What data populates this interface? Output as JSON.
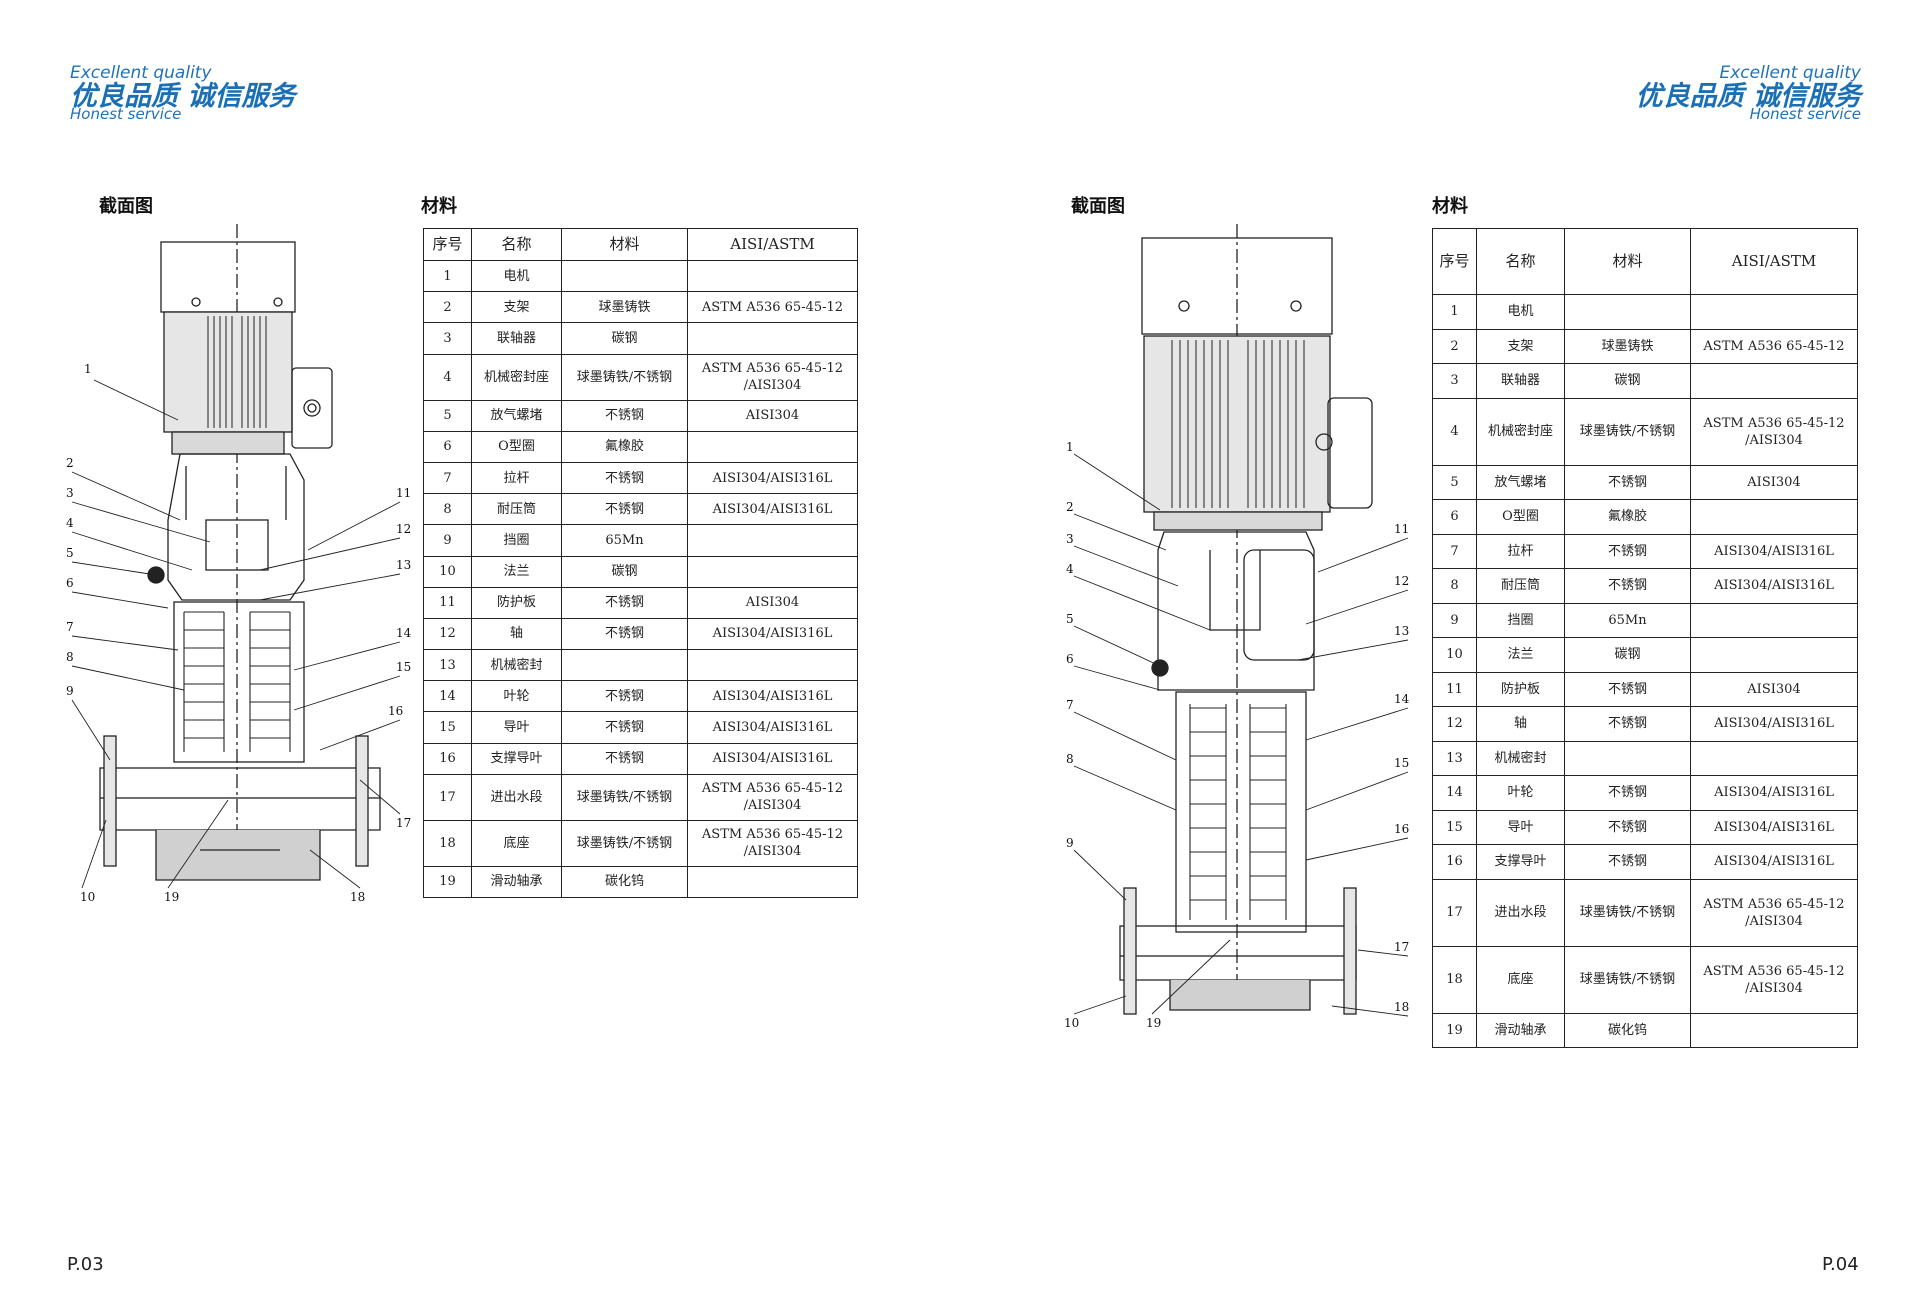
{
  "logo": {
    "en_top": "Excellent quality",
    "cn": "优良品质 诚信服务",
    "en_bottom": "Honest service"
  },
  "left_page": {
    "section_title": "截面图",
    "table_title": "材料",
    "page_number": "P.03",
    "callouts_left": [
      "1",
      "2",
      "3",
      "4",
      "5",
      "6",
      "7",
      "8",
      "9",
      "10",
      "19"
    ],
    "callouts_right": [
      "11",
      "12",
      "13",
      "14",
      "15",
      "16",
      "17",
      "18"
    ]
  },
  "right_page": {
    "section_title": "截面图",
    "table_title": "材料",
    "page_number": "P.04",
    "callouts_left": [
      "1",
      "2",
      "3",
      "4",
      "5",
      "6",
      "7",
      "8",
      "9",
      "10",
      "19"
    ],
    "callouts_right": [
      "11",
      "12",
      "13",
      "14",
      "15",
      "16",
      "17",
      "18"
    ]
  },
  "table_left": {
    "headers": [
      "序号",
      "名称",
      "材料",
      "AISI/ASTM"
    ],
    "rows": [
      [
        "1",
        "电机",
        "",
        ""
      ],
      [
        "2",
        "支架",
        "球墨铸铁",
        "ASTM A536 65-45-12"
      ],
      [
        "3",
        "联轴器",
        "碳钢",
        ""
      ],
      [
        "4",
        "机械密封座",
        "球墨铸铁/不锈钢",
        "ASTM A536 65-45-12\n/AISI304"
      ],
      [
        "5",
        "放气螺堵",
        "不锈钢",
        "AISI304"
      ],
      [
        "6",
        "O型圈",
        "氟橡胶",
        ""
      ],
      [
        "7",
        "拉杆",
        "不锈钢",
        "AISI304/AISI316L"
      ],
      [
        "8",
        "耐压筒",
        "不锈钢",
        "AISI304/AISI316L"
      ],
      [
        "9",
        "挡圈",
        "65Mn",
        ""
      ],
      [
        "10",
        "法兰",
        "碳钢",
        ""
      ],
      [
        "11",
        "防护板",
        "不锈钢",
        "AISI304"
      ],
      [
        "12",
        "轴",
        "不锈钢",
        "AISI304/AISI316L"
      ],
      [
        "13",
        "机械密封",
        "",
        ""
      ],
      [
        "14",
        "叶轮",
        "不锈钢",
        "AISI304/AISI316L"
      ],
      [
        "15",
        "导叶",
        "不锈钢",
        "AISI304/AISI316L"
      ],
      [
        "16",
        "支撑导叶",
        "不锈钢",
        "AISI304/AISI316L"
      ],
      [
        "17",
        "进出水段",
        "球墨铸铁/不锈钢",
        "ASTM A536 65-45-12\n/AISI304"
      ],
      [
        "18",
        "底座",
        "球墨铸铁/不锈钢",
        "ASTM A536 65-45-12\n/AISI304"
      ],
      [
        "19",
        "滑动轴承",
        "碳化钨",
        ""
      ]
    ]
  },
  "table_right": {
    "headers": [
      "序号",
      "名称",
      "材料",
      "AISI/ASTM"
    ],
    "rows": [
      [
        "1",
        "电机",
        "",
        ""
      ],
      [
        "2",
        "支架",
        "球墨铸铁",
        "ASTM A536 65-45-12"
      ],
      [
        "3",
        "联轴器",
        "碳钢",
        ""
      ],
      [
        "4",
        "机械密封座",
        "球墨铸铁/不锈钢",
        "ASTM A536 65-45-12\n/AISI304"
      ],
      [
        "5",
        "放气螺堵",
        "不锈钢",
        "AISI304"
      ],
      [
        "6",
        "O型圈",
        "氟橡胶",
        ""
      ],
      [
        "7",
        "拉杆",
        "不锈钢",
        "AISI304/AISI316L"
      ],
      [
        "8",
        "耐压筒",
        "不锈钢",
        "AISI304/AISI316L"
      ],
      [
        "9",
        "挡圈",
        "65Mn",
        ""
      ],
      [
        "10",
        "法兰",
        "碳钢",
        ""
      ],
      [
        "11",
        "防护板",
        "不锈钢",
        "AISI304"
      ],
      [
        "12",
        "轴",
        "不锈钢",
        "AISI304/AISI316L"
      ],
      [
        "13",
        "机械密封",
        "",
        ""
      ],
      [
        "14",
        "叶轮",
        "不锈钢",
        "AISI304/AISI316L"
      ],
      [
        "15",
        "导叶",
        "不锈钢",
        "AISI304/AISI316L"
      ],
      [
        "16",
        "支撑导叶",
        "不锈钢",
        "AISI304/AISI316L"
      ],
      [
        "17",
        "进出水段",
        "球墨铸铁/不锈钢",
        "ASTM A536 65-45-12\n/AISI304"
      ],
      [
        "18",
        "底座",
        "球墨铸铁/不锈钢",
        "ASTM A536 65-45-12\n/AISI304"
      ],
      [
        "19",
        "滑动轴承",
        "碳化钨",
        ""
      ]
    ]
  }
}
